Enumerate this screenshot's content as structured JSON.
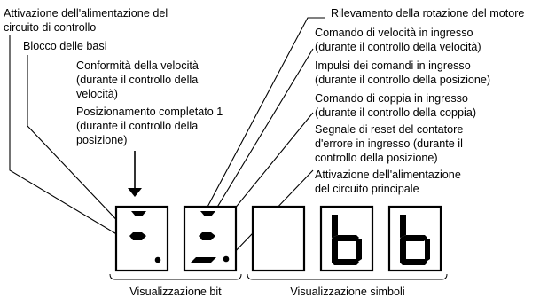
{
  "labels": {
    "control_power_l1": "Attivazione dell'alimentazione del",
    "control_power_l2": "circuito di controllo",
    "base_block": "Blocco delle basi",
    "speed_conf_l1": "Conformità della velocità",
    "speed_conf_l2": "(durante il controllo della",
    "speed_conf_l3": "velocità)",
    "positioning_l1": "Posizionamento completato 1",
    "positioning_l2": "(durante il controllo della",
    "positioning_l3": "posizione)",
    "motor_rotation": "Rilevamento della rotazione del motore",
    "speed_cmd_l1": "Comando di velocità in ingresso",
    "speed_cmd_l2": "(durante il controllo della velocità)",
    "pulse_cmd_l1": "Impulsi dei comandi in ingresso",
    "pulse_cmd_l2": "(durante il controllo della posizione)",
    "torque_cmd_l1": "Comando di coppia in ingresso",
    "torque_cmd_l2": "(durante il controllo della coppia)",
    "error_reset_l1": "Segnale di reset del contatore",
    "error_reset_l2": "d'errore in ingresso (durante il",
    "error_reset_l3": "controllo della posizione)",
    "main_power_l1": "Attivazione dell'alimentazione",
    "main_power_l2": "del circuito principale"
  },
  "bottom": {
    "bit_display": "Visualizzazione bit",
    "symbol_display": "Visualizzazione simboli"
  },
  "symbol_digits": [
    "",
    "b",
    "b"
  ]
}
